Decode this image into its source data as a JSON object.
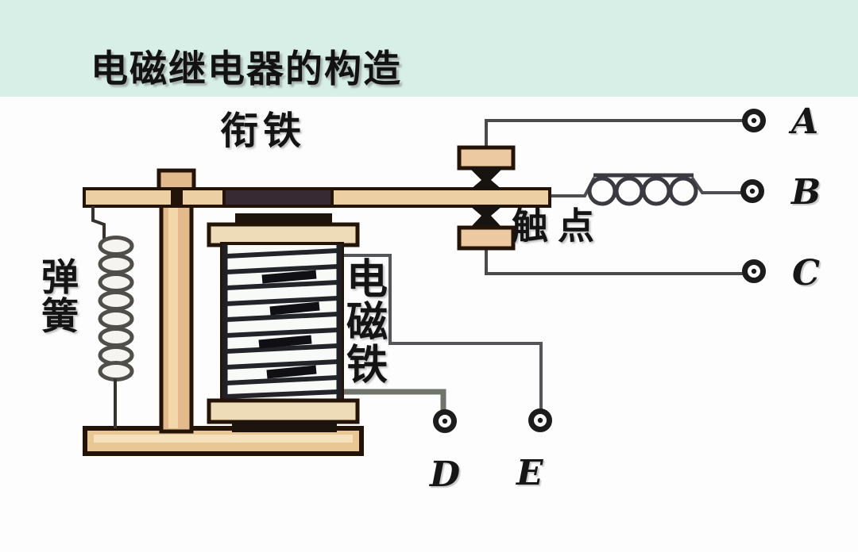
{
  "title": "电磁继电器的构造",
  "labels": {
    "armature": "衔铁",
    "contacts": "触点",
    "spring": "弹簧",
    "electromagnet": "电磁铁"
  },
  "terminals": {
    "a": "A",
    "b": "B",
    "c": "C",
    "d": "D",
    "e": "E"
  },
  "colors": {
    "banner_bg": "#d7efe6",
    "canvas_bg": "#fdfdfd",
    "wood_fill": "#ecd0a4",
    "wood_dark": "#e3ba8c",
    "outline": "#241307",
    "iron_dark": "#382a33",
    "coil_flange": "#eedcb8",
    "wire": "#4a4a4a",
    "text": "#141414"
  },
  "icons": [
    "terminal-a-icon",
    "terminal-b-icon",
    "terminal-c-icon",
    "terminal-d-icon",
    "terminal-e-icon",
    "inductor-symbol",
    "spring-coil",
    "contact-points"
  ]
}
